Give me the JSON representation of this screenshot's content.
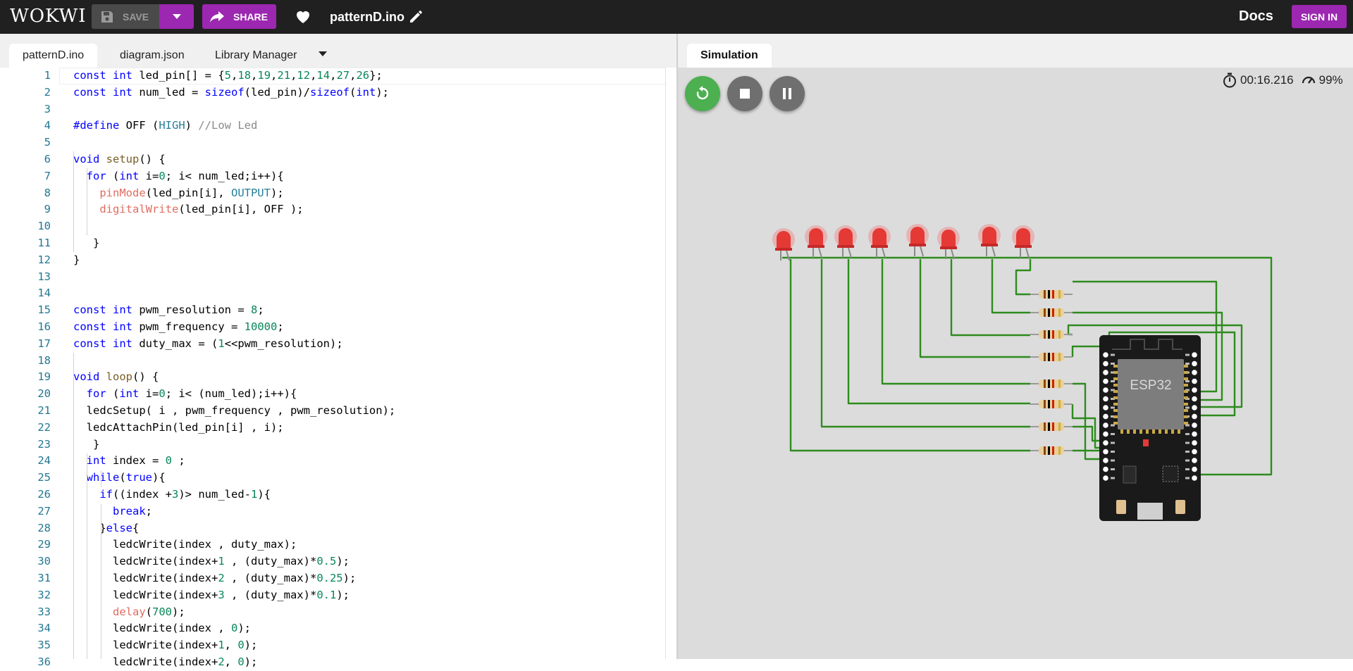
{
  "app": {
    "logo": "WOKWI",
    "project_name": "patternD.ino"
  },
  "toolbar": {
    "save_label": "SAVE",
    "share_label": "SHARE",
    "docs_label": "Docs",
    "signin_label": "SIGN IN"
  },
  "editor": {
    "tabs": [
      {
        "label": "patternD.ino",
        "active": true
      },
      {
        "label": "diagram.json",
        "active": false
      },
      {
        "label": "Library Manager",
        "active": false
      }
    ],
    "line_numbers": [
      "1",
      "2",
      "3",
      "4",
      "5",
      "6",
      "7",
      "8",
      "9",
      "10",
      "11",
      "12",
      "13",
      "14",
      "15",
      "16",
      "17",
      "18",
      "19",
      "20",
      "21",
      "22",
      "23",
      "24",
      "25",
      "26",
      "27",
      "28",
      "29",
      "30",
      "31",
      "32",
      "33",
      "34",
      "35",
      "36"
    ],
    "lines": [
      "const int led_pin[] = {5,18,19,21,12,14,27,26};",
      "const int num_led = sizeof(led_pin)/sizeof(int);",
      "",
      "#define OFF (HIGH) //Low Led",
      "",
      "void setup() {",
      "  for (int i=0; i< num_led;i++){",
      "    pinMode(led_pin[i], OUTPUT);",
      "    digitalWrite(led_pin[i], OFF );",
      "",
      "   }",
      "}",
      "",
      "",
      "const int pwm_resolution = 8;",
      "const int pwm_frequency = 10000;",
      "const int duty_max = (1<<pwm_resolution);",
      "",
      "void loop() {",
      "  for (int i=0; i< (num_led);i++){",
      "  ledcSetup( i , pwm_frequency , pwm_resolution);",
      "  ledcAttachPin(led_pin[i] , i);",
      "   }",
      "  int index = 0 ;",
      "  while(true){",
      "    if((index +3)> num_led-1){",
      "      break;",
      "    }else{",
      "      ledcWrite(index , duty_max);",
      "      ledcWrite(index+1 , (duty_max)*0.5);",
      "      ledcWrite(index+2 , (duty_max)*0.25);",
      "      ledcWrite(index+3 , (duty_max)*0.1);",
      "      delay(700);",
      "      ledcWrite(index , 0);",
      "      ledcWrite(index+1, 0);",
      "      ledcWrite(index+2, 0);"
    ]
  },
  "simulation": {
    "tab_label": "Simulation",
    "timer": "00:16.216",
    "speed": "99%",
    "board_label": "ESP32",
    "led_count": 8
  },
  "colors": {
    "accent": "#9c27b0",
    "restart": "#4caf50",
    "control_gray": "#6f6f6f",
    "wire": "#2e8b1e",
    "led_red": "#e53935",
    "board": "#1a1a1a"
  }
}
